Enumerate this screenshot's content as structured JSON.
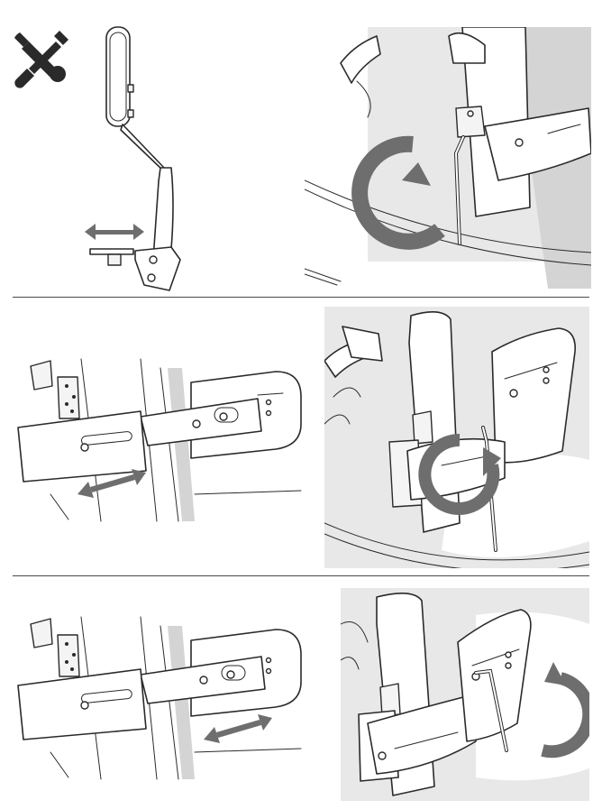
{
  "page": {
    "background": "#ffffff",
    "line_color": "#2a2a2a",
    "accent_gray": "#6e6e6e",
    "panel_gray": "#e8e8e8"
  },
  "icons": {
    "tools": "wrench-screwdriver-icon",
    "arrow_double": "double-arrow-icon",
    "rotate_cw": "rotate-clockwise-arrow-icon",
    "rotate_ccw": "rotate-counterclockwise-arrow-icon"
  },
  "steps": [
    {
      "id": "step-1",
      "left": "headrest-side-view",
      "right": "loosen-bolt-with-hex-key"
    },
    {
      "id": "step-2",
      "left": "slide-pad-on-bracket",
      "right": "tighten-bolt-on-pad"
    },
    {
      "id": "step-3",
      "left": "slide-bracket-outward",
      "right": "final-tighten-bolt"
    }
  ]
}
